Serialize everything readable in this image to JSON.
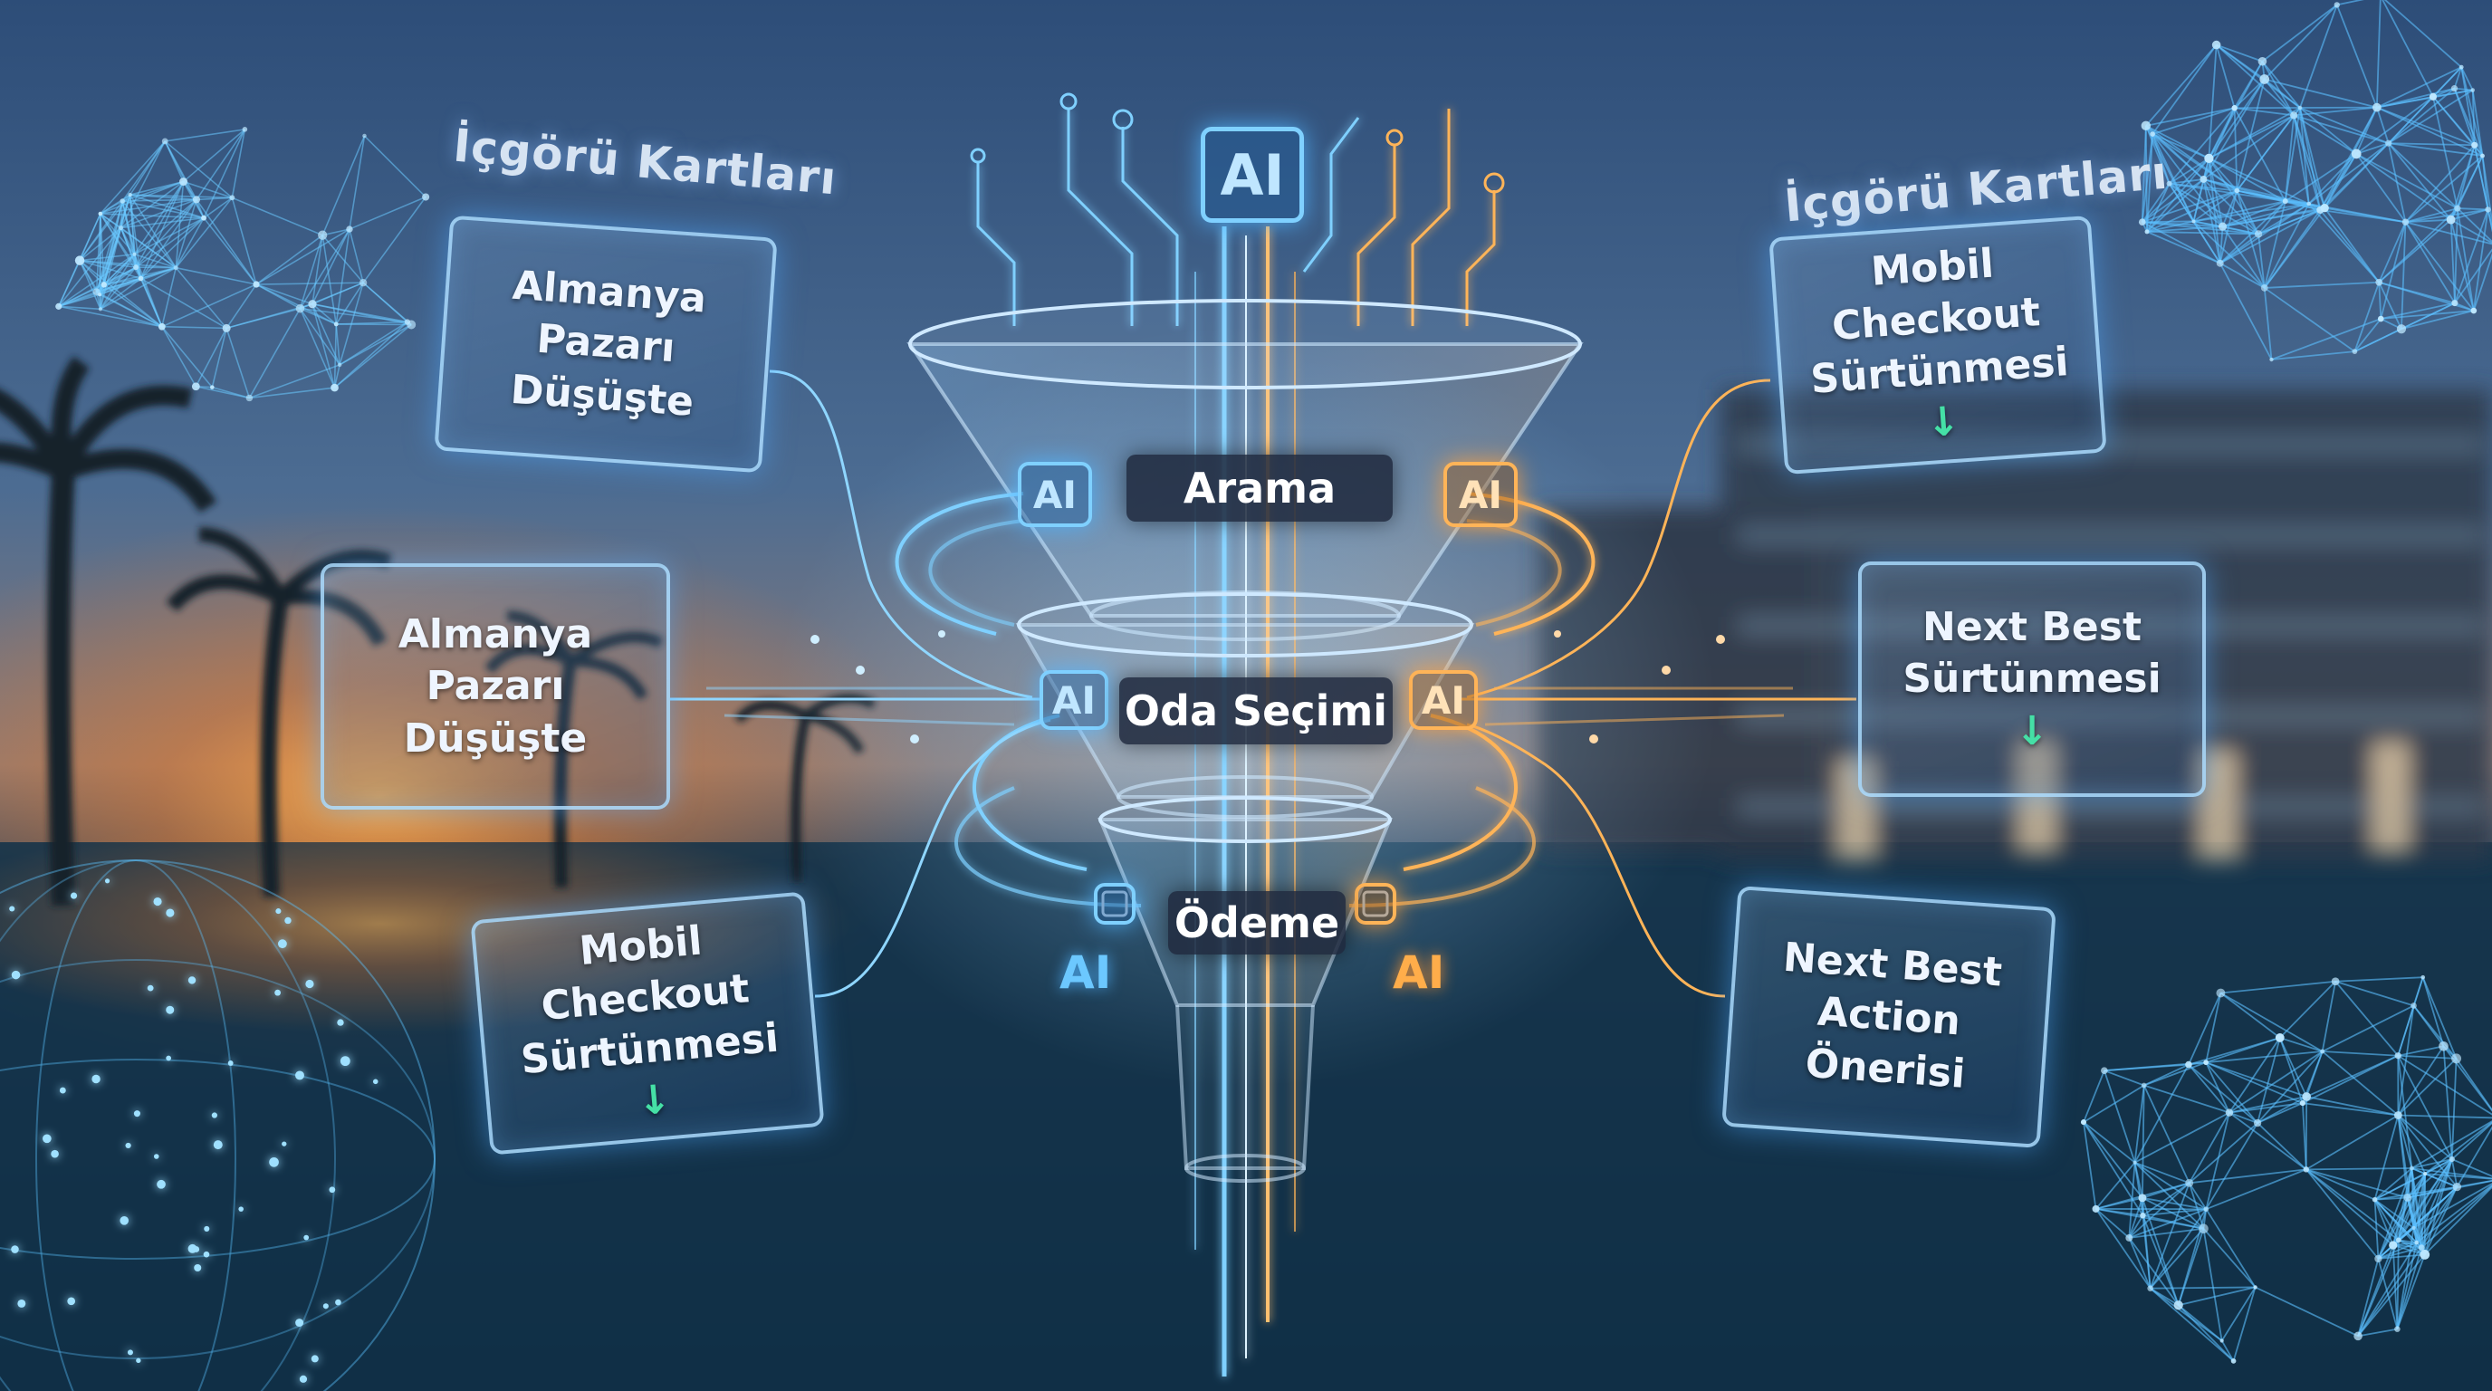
{
  "left": {
    "heading": "İçgörü Kartları",
    "cards": [
      {
        "line1": "Almanya Pazarı",
        "line2": "Düşüşte",
        "arrow": ""
      },
      {
        "line1": "Almanya Pazarı",
        "line2": "Düşüşte",
        "arrow": ""
      },
      {
        "line1": "Mobil Checkout",
        "line2": "Sürtünmesi",
        "arrow": "↓"
      }
    ]
  },
  "right": {
    "heading": "İçgörü Kartları",
    "cards": [
      {
        "line1": "Mobil Checkout",
        "line2": "Sürtünmesi",
        "arrow": "↓"
      },
      {
        "line1": "Next Best",
        "line2": "Sürtünmesi",
        "arrow": "↓"
      },
      {
        "line1": "Next Best",
        "line2": "Action Önerisi",
        "arrow": ""
      }
    ]
  },
  "funnel": {
    "stages": [
      "Arama",
      "Oda Seçimi",
      "Ödeme"
    ],
    "chip_label": "AI",
    "colors": {
      "blue": "#6cc8ff",
      "orange": "#ffad4a",
      "card_border": "#aadcff",
      "arrow": "#45e0a6"
    }
  }
}
